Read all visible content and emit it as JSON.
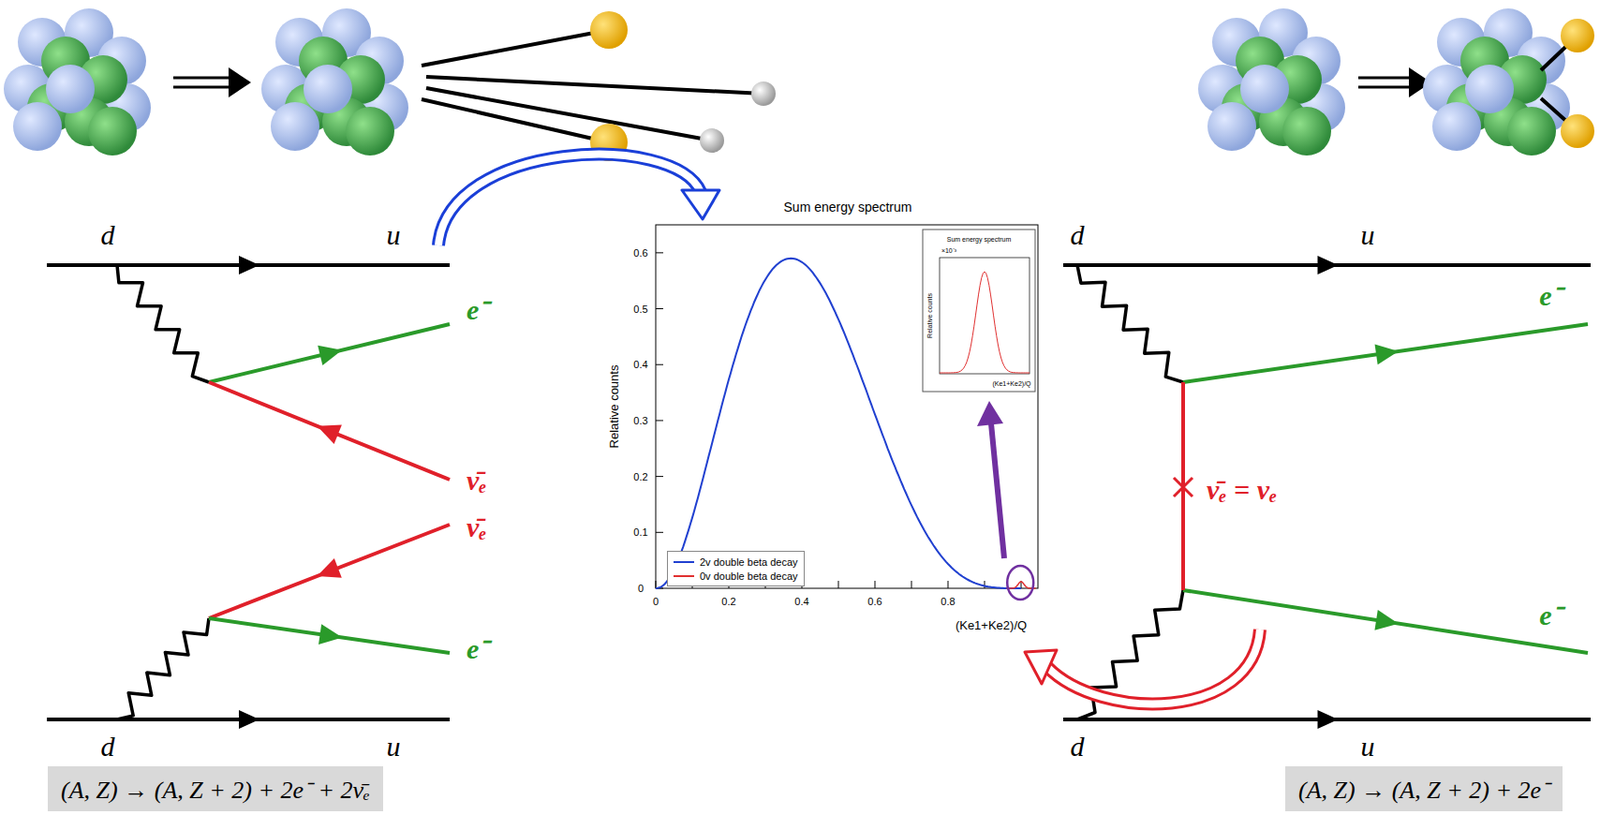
{
  "diagram": {
    "nodes": [
      {
        "text": [
          "(A, Z) → (A, Z + 2) + 2e⁻ + 2ν̄ₑ"
        ]
      },
      {
        "text": [
          "(A, Z) → (A, Z + 2) + 2e⁻"
        ]
      }
    ],
    "edges": [],
    "labels": [
      "d",
      "u",
      "e⁻",
      "ν̄ₑ",
      "ν̄ₑ",
      "e⁻",
      "d",
      "u",
      "Sum energy spectrum",
      "Relative counts",
      "(Ke1+Ke2)/Q",
      "0",
      "0.1",
      "0.2",
      "0.3",
      "0.4",
      "0.5",
      "0.6",
      "0",
      "0.2",
      "0.4",
      "0.6",
      "0.8",
      "Sum energy spectrum",
      "Relative counts",
      "×10⁻³",
      "(Ke1+Ke2)/Q",
      "d",
      "u",
      "e⁻",
      "ν̄ₑ = νₑ",
      "e⁻",
      "d",
      "u"
    ],
    "legend": [
      {
        "text": "2v double beta decay"
      },
      {
        "text": "0v double beta decay"
      }
    ]
  }
}
